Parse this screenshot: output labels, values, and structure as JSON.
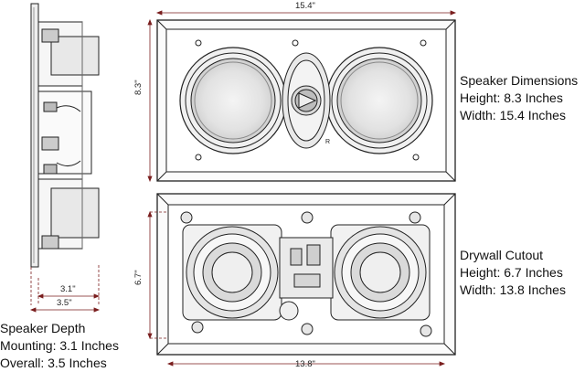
{
  "dimensions": {
    "front_width": "15.4\"",
    "front_height": "8.3\"",
    "cutout_width": "13.8\"",
    "cutout_height": "6.7\"",
    "mount_depth": "3.1\"",
    "overall_depth": "3.5\""
  },
  "speaker_dimensions": {
    "title": "Speaker Dimensions",
    "height": "Height: 8.3 Inches",
    "width": "Width: 15.4 Inches"
  },
  "drywall_cutout": {
    "title": "Drywall Cutout",
    "height": "Height: 6.7 Inches",
    "width": "Width: 13.8 Inches"
  },
  "speaker_depth": {
    "title": "Speaker Depth",
    "mounting": "Mounting: 3.1 Inches",
    "overall": "Overall: 3.5 Inches"
  },
  "colors": {
    "line": "#222222",
    "dim_line": "#7a1e1e",
    "shade": "#d9d9d9"
  }
}
